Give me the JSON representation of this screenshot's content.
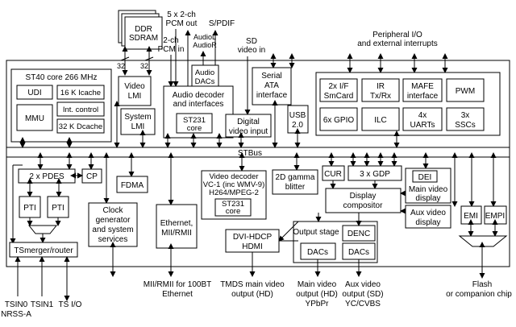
{
  "labels": {
    "ddr": [
      "DDR",
      "SDRAM"
    ],
    "pcm_out": [
      "5 x 2-ch",
      "PCM out"
    ],
    "spdif": "S/PDIF",
    "pcm_in": [
      "2-ch",
      "PCM in"
    ],
    "audio_lr": [
      "AudioL",
      "AudioR"
    ],
    "sd_video_in": [
      "SD",
      "video in"
    ],
    "peripheral_io": [
      "Peripheral I/O",
      "and external interrupts"
    ],
    "bus_32a": "32",
    "bus_32b": "32",
    "st40_title": "ST40 core 266 MHz",
    "udi": "UDI",
    "icache": "16 K Icache",
    "int_control": "Int. control",
    "mmu": "MMU",
    "dcache": "32 K Dcache",
    "video_lmi": [
      "Video",
      "LMI"
    ],
    "system_lmi": [
      "System",
      "LMI"
    ],
    "audio_dacs": [
      "Audio",
      "DACs"
    ],
    "audio_decoder": [
      "Audio decoder",
      "and interfaces"
    ],
    "st231_a": [
      "ST231",
      "core"
    ],
    "serial_ata": [
      "Serial",
      "ATA",
      "interface"
    ],
    "digital_video_input": [
      "Digital",
      "video input"
    ],
    "usb": [
      "USB",
      "2.0"
    ],
    "smcard": [
      "2x I/F",
      "SmCard"
    ],
    "ir": [
      "IR",
      "Tx/Rx"
    ],
    "mafe": [
      "MAFE",
      "interface"
    ],
    "pwm": "PWM",
    "gpio": "6x GPIO",
    "ilc": "ILC",
    "uarts": [
      "4x",
      "UARTs"
    ],
    "sscs": [
      "3x",
      "SSCs"
    ],
    "stbus": "STBus",
    "pdes": "2 x PDES",
    "cp": "CP",
    "pti1": "PTI",
    "pti2": "PTI",
    "fdma": "FDMA",
    "clock_gen": [
      "Clock",
      "generator",
      "and system",
      "services"
    ],
    "ethernet": [
      "Ethernet,",
      "MII/RMII"
    ],
    "video_decoder": [
      "Video decoder",
      "VC-1 (inc WMV-9)",
      "H264/MPEG-2"
    ],
    "st231_b": [
      "ST231",
      "core"
    ],
    "gamma_blitter": [
      "2D gamma",
      "blitter"
    ],
    "cur": "CUR",
    "gdp": "3 x GDP",
    "dei": "DEI",
    "main_video_display": [
      "Main video",
      "display"
    ],
    "display_compositor": [
      "Display",
      "compositor"
    ],
    "aux_video_display": [
      "Aux video",
      "display"
    ],
    "emi": "EMI",
    "empi": "EMPI",
    "tsmerger": "TSmerger/router",
    "dvi_hdcp": [
      "DVI-HDCP",
      "HDMI"
    ],
    "output_stage": "Output stage",
    "denc": "DENC",
    "dacs1": "DACs",
    "dacs2": "DACs",
    "tsin0": [
      "TSIN0",
      "NRSS-A"
    ],
    "tsin1": "TSIN1",
    "tsio": "TS I/O",
    "mii_rmii": [
      "MII/RMII for 100BT",
      "Ethernet"
    ],
    "tmds": [
      "TMDS main video",
      "output (HD)"
    ],
    "main_video_output": [
      "Main video",
      "output (HD)",
      "YPbPr"
    ],
    "aux_video_output": [
      "Aux video",
      "output (SD)",
      "YC/CVBS"
    ],
    "flash": [
      "Flash",
      "or companion chip"
    ]
  }
}
